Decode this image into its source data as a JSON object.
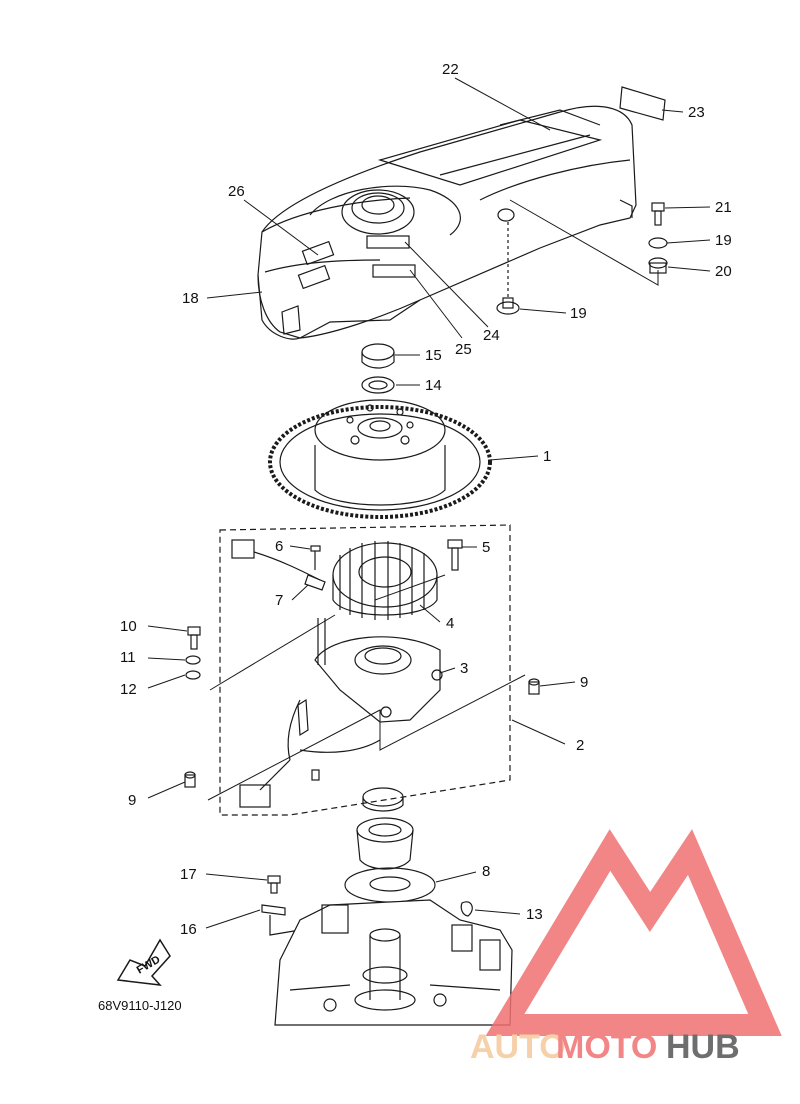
{
  "diagram_code": "68V9110-J120",
  "fwd_label": "FWD",
  "watermark": {
    "part1": "AUTO",
    "part2": "MOTO",
    "part3": "HUB",
    "color_primary": "#f07070",
    "color_light": "#f4c89a",
    "color_dark": "#555555"
  },
  "callouts": {
    "c1": "1",
    "c2": "2",
    "c3": "3",
    "c4": "4",
    "c5": "5",
    "c6": "6",
    "c7": "7",
    "c8": "8",
    "c9a": "9",
    "c9b": "9",
    "c10": "10",
    "c11": "11",
    "c12": "12",
    "c13": "13",
    "c14": "14",
    "c15": "15",
    "c16": "16",
    "c17": "17",
    "c18": "18",
    "c19a": "19",
    "c19b": "19",
    "c20": "20",
    "c21": "21",
    "c22": "22",
    "c23": "23",
    "c24": "24",
    "c25": "25",
    "c26": "26"
  }
}
